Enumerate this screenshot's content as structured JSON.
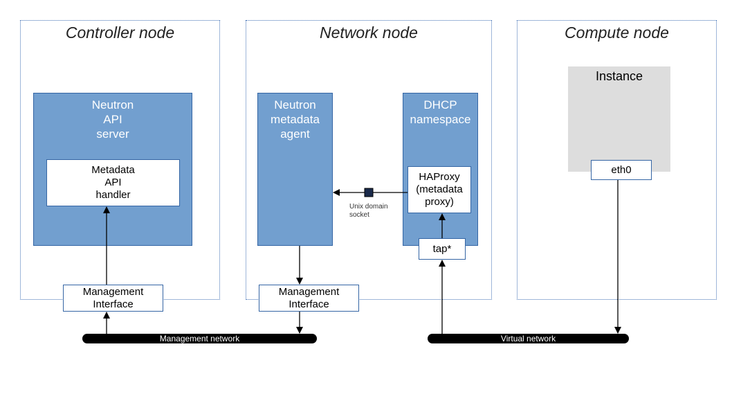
{
  "nodes": {
    "controller": {
      "title": "Controller node",
      "neutron_api": "Neutron\nAPI\nserver",
      "metadata_handler": "Metadata\nAPI\nhandler",
      "mgmt_interface": "Management\nInterface"
    },
    "network": {
      "title": "Network node",
      "metadata_agent": "Neutron\nmetadata\nagent",
      "dhcp_namespace": "DHCP\nnamespace",
      "haproxy": "HAProxy\n(metadata\nproxy)",
      "tap": "tap*",
      "mgmt_interface": "Management\nInterface",
      "socket_label": "Unix domain\nsocket"
    },
    "compute": {
      "title": "Compute node",
      "instance": "Instance",
      "eth0": "eth0"
    }
  },
  "networks": {
    "management": "Management network",
    "virtual": "Virtual network"
  },
  "colors": {
    "component_fill": "#729fcf",
    "component_border": "#3465a4",
    "instance_fill": "#dddddd",
    "node_border": "#3f6fb4",
    "bus": "#000000"
  }
}
